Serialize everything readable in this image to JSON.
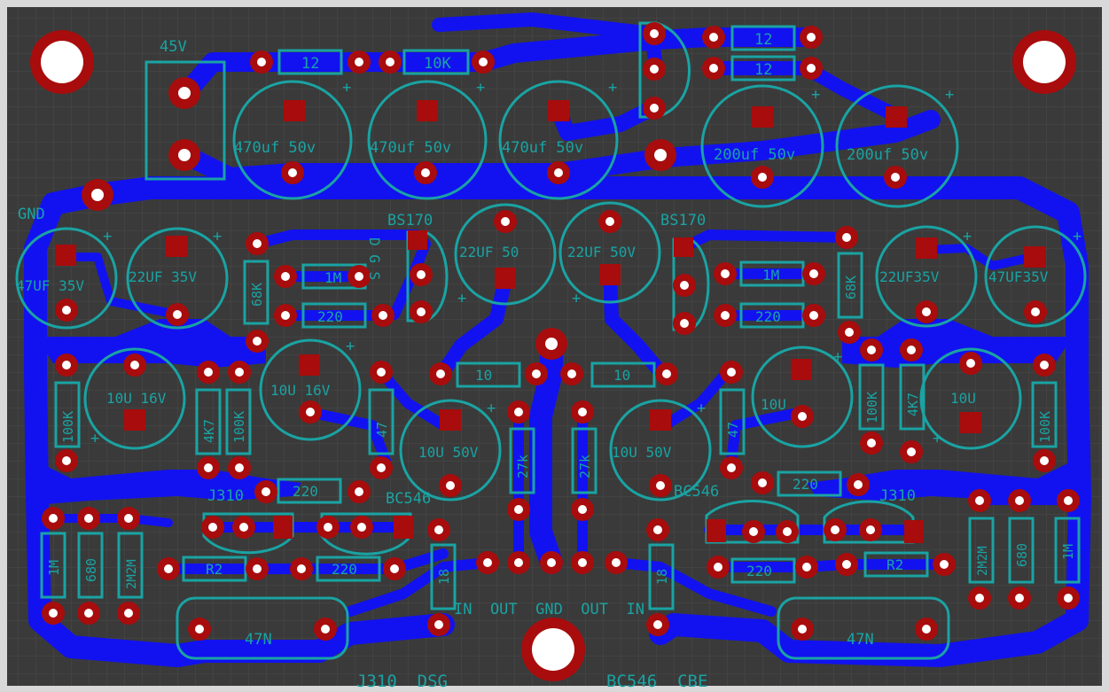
{
  "board": {
    "background": "#3a3a3a",
    "copper_color": "#1212f0",
    "silk_color": "#1aa3a3",
    "pad_color": "#a80c0c"
  },
  "labels": {
    "v45": "45V",
    "gnd": "GND",
    "bs170_l": "BS170",
    "bs170_r": "BS170",
    "dgs": "D G S",
    "j310_l": "J310",
    "j310_r": "J310",
    "bc546_l": "BC546",
    "bc546_r": "BC546",
    "io": "IN  OUT  GND  OUT  IN",
    "bottom_j310": "J310  DSG",
    "bottom_bc546": "BC546  CBE",
    "plus": "+"
  },
  "resistors": {
    "r12_top": "12",
    "r10k": "10K",
    "r12_a": "12",
    "r12_b": "12",
    "r1m_l": "1M",
    "r220_l": "220",
    "r68k_l": "68K",
    "r1m_r": "1M",
    "r220_r": "220",
    "r68k_r": "68K",
    "r10_l": "10",
    "r10_r": "10",
    "r100k_1": "100K",
    "r4k7_l": "4K7",
    "r100k_2": "100K",
    "r47_l": "47",
    "r27k_l": "27k",
    "r27k_r": "27k",
    "r47_r": "47",
    "r100k_3": "100K",
    "r4k7_r": "4K7",
    "r100k_4": "100K",
    "r220_jl": "220",
    "r220_jr": "220",
    "r1m_bl": "1M",
    "r680_bl": "680",
    "r2m2_bl": "2M2M",
    "r2_l": "R2",
    "r220_bl": "220",
    "r18_l": "18",
    "r18_r": "18",
    "r220_br": "220",
    "r2_r": "R2",
    "r2m2_br": "2M2M",
    "r680_br": "680",
    "r1m_br": "1M"
  },
  "capacitors": {
    "c470_1": "470uf 50v",
    "c470_2": "470uf 50v",
    "c470_3": "470uf 50v",
    "c200_1": "200uf 50v",
    "c200_2": "200uf 50v",
    "c47_l": "47UF 35V",
    "c22_l": "22UF 35V",
    "c22_ml": "22UF 50",
    "c22_mr": "22UF 50V",
    "c22_r": "22UF35V",
    "c47_r": "47UF35V",
    "c10u16_1": "10U 16V",
    "c10u16_2": "10U 16V",
    "c10u50_l": "10U 50V",
    "c10u50_r": "10U 50V",
    "c10u_r1": "10U",
    "c10u_r2": "10U",
    "c47n_l": "47N",
    "c47n_r": "47N"
  }
}
